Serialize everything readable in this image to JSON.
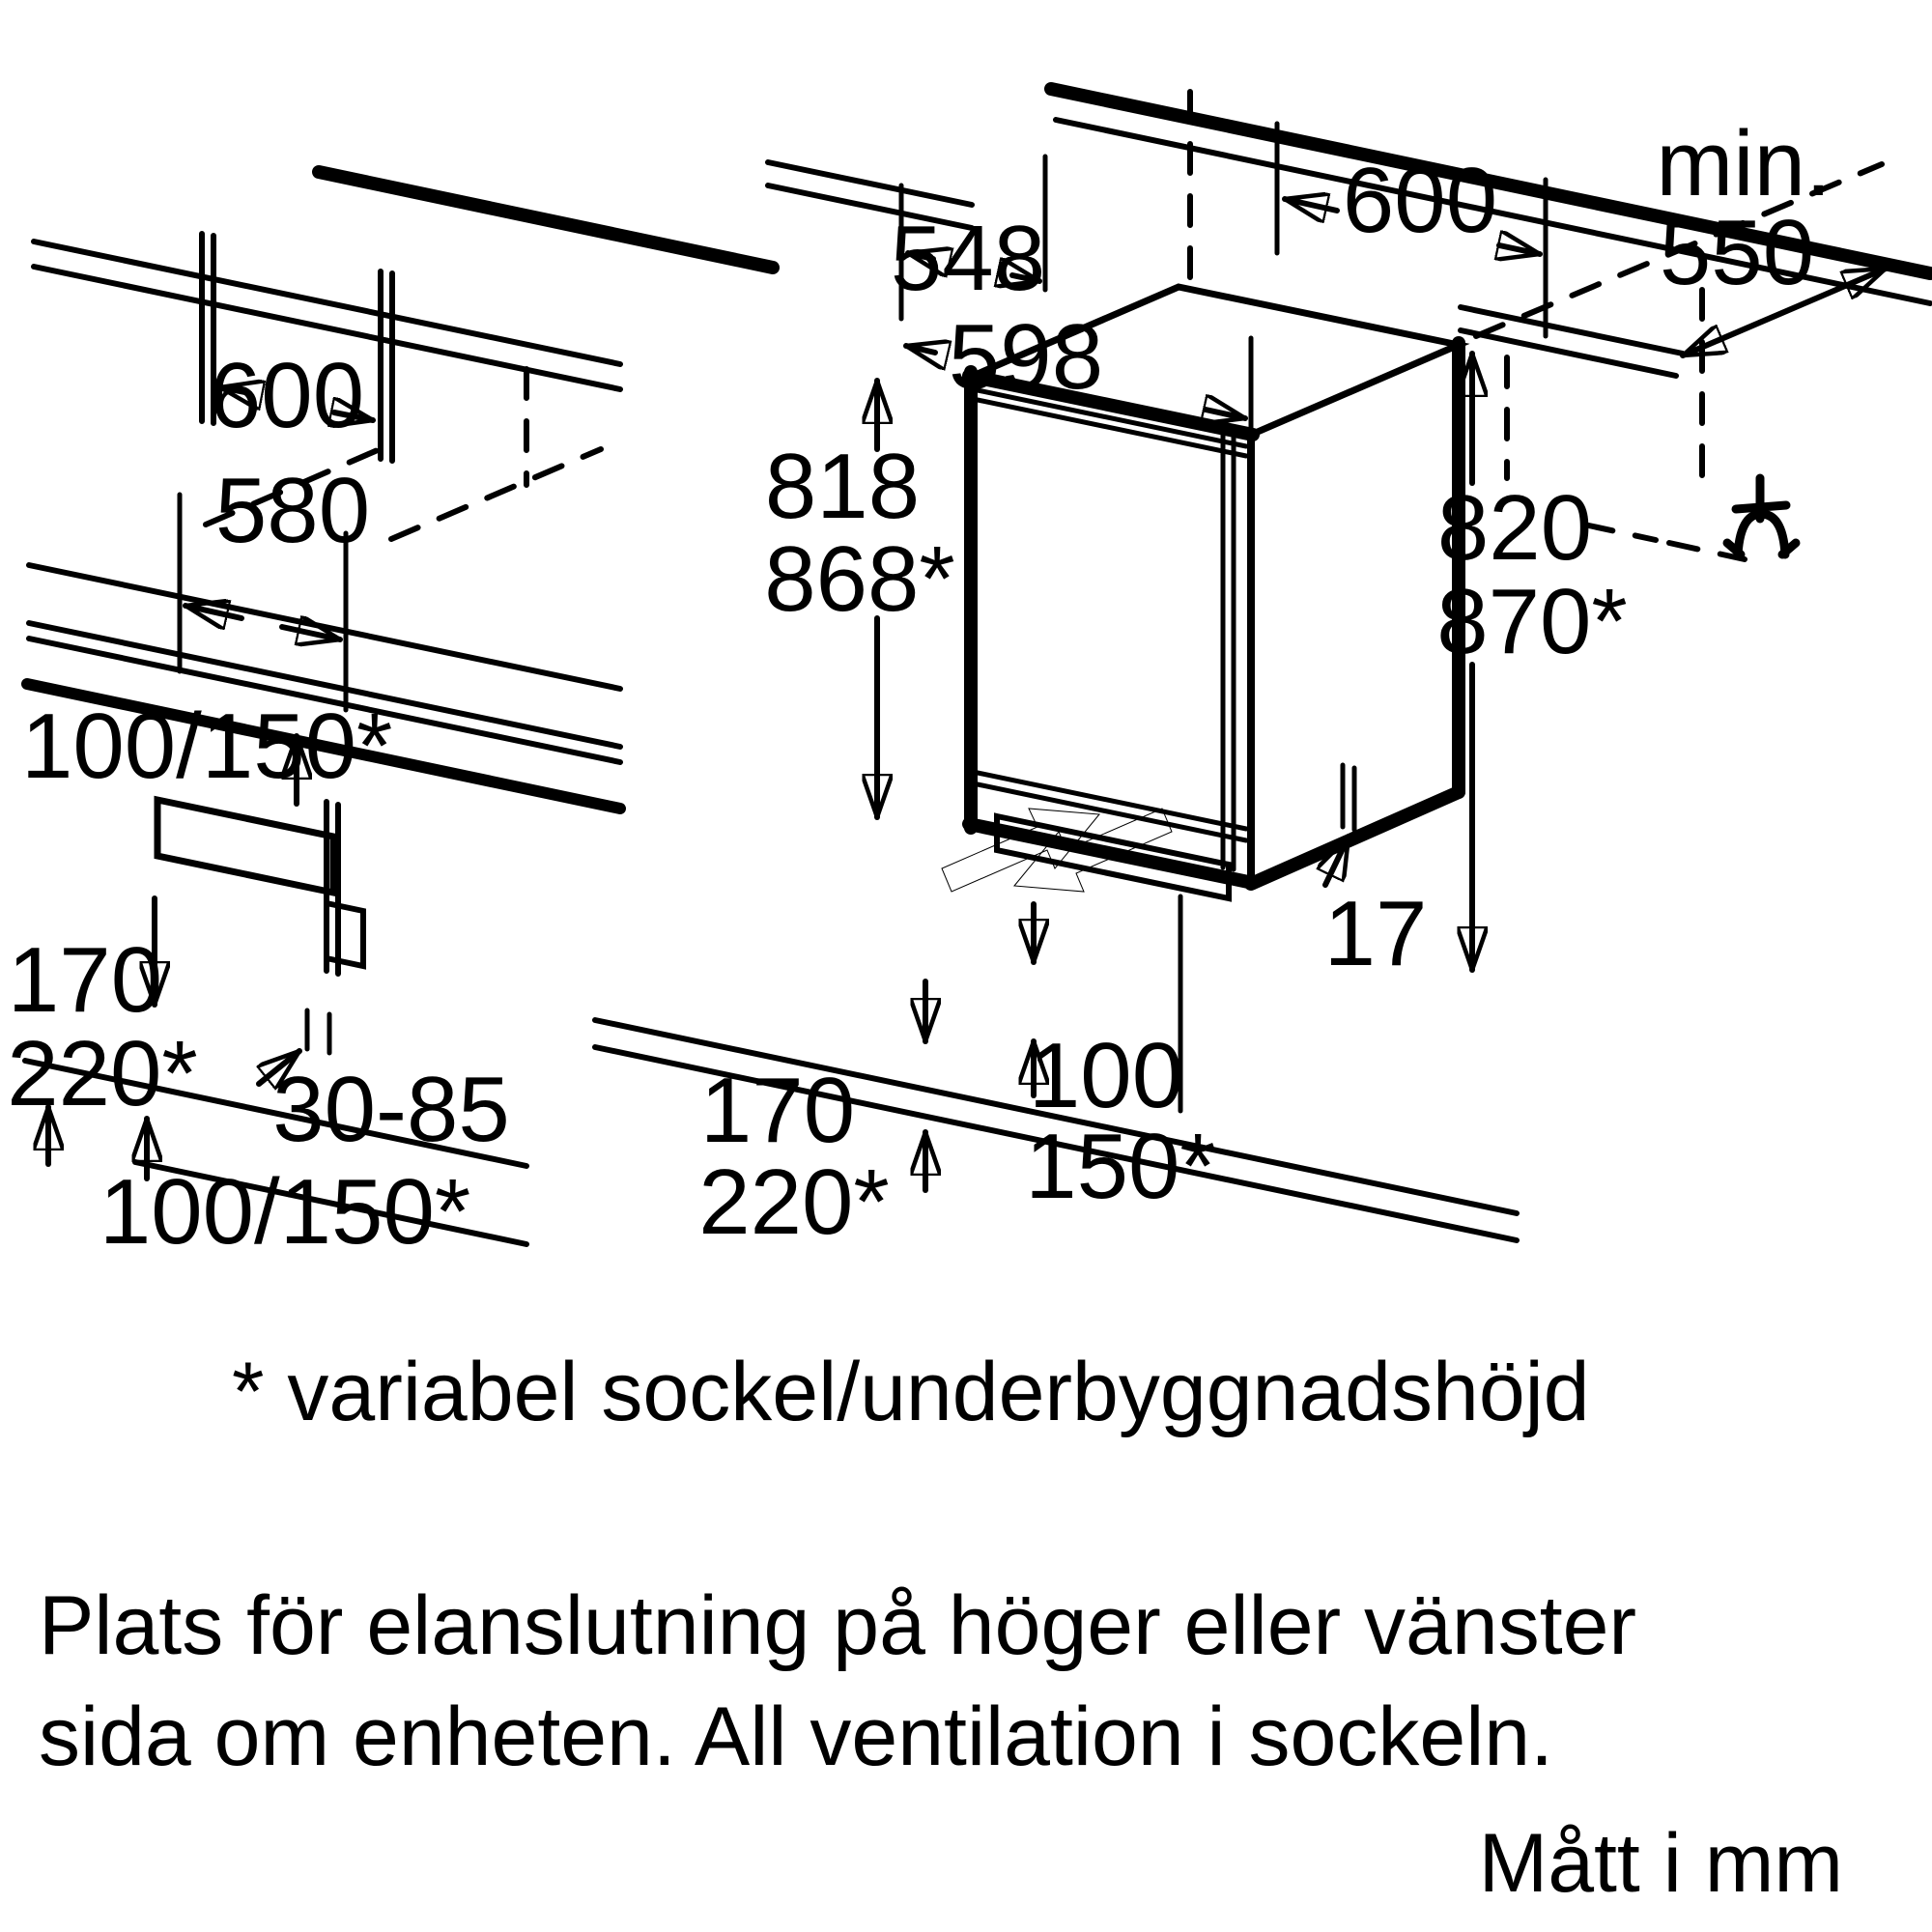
{
  "page": {
    "background": "#ffffff",
    "ink": "#000000"
  },
  "labels": {
    "left": {
      "niche_width": "600",
      "inner_width": "580",
      "plinth_depth": "100/150*",
      "floor_to_shelf": "170",
      "floor_to_shelf_var": "220*",
      "plinth_adjust": "30-85",
      "sockel_height": "100/150*"
    },
    "right": {
      "appliance_depth": "548",
      "appliance_width": "598",
      "niche_width": "600",
      "min_label": "min.",
      "min_value": "550",
      "appliance_height": "818",
      "appliance_height_var": "868*",
      "niche_height": "820",
      "niche_height_var": "870*",
      "door_gap": "17",
      "floor_to_base": "170",
      "floor_to_base_var": "220*",
      "sockel_height": "100",
      "sockel_height_var": "150*"
    },
    "footnote": "* variabel sockel/underbyggnadshöjd",
    "note_line1": "Plats för elanslutning på höger eller vänster",
    "note_line2": "sida om enheten. All ventilation i sockeln.",
    "units_note": "Mått i mm",
    "icons": {
      "water_tap": "water-tap-icon",
      "insert_arrows": "insertion-direction-arrows"
    }
  }
}
